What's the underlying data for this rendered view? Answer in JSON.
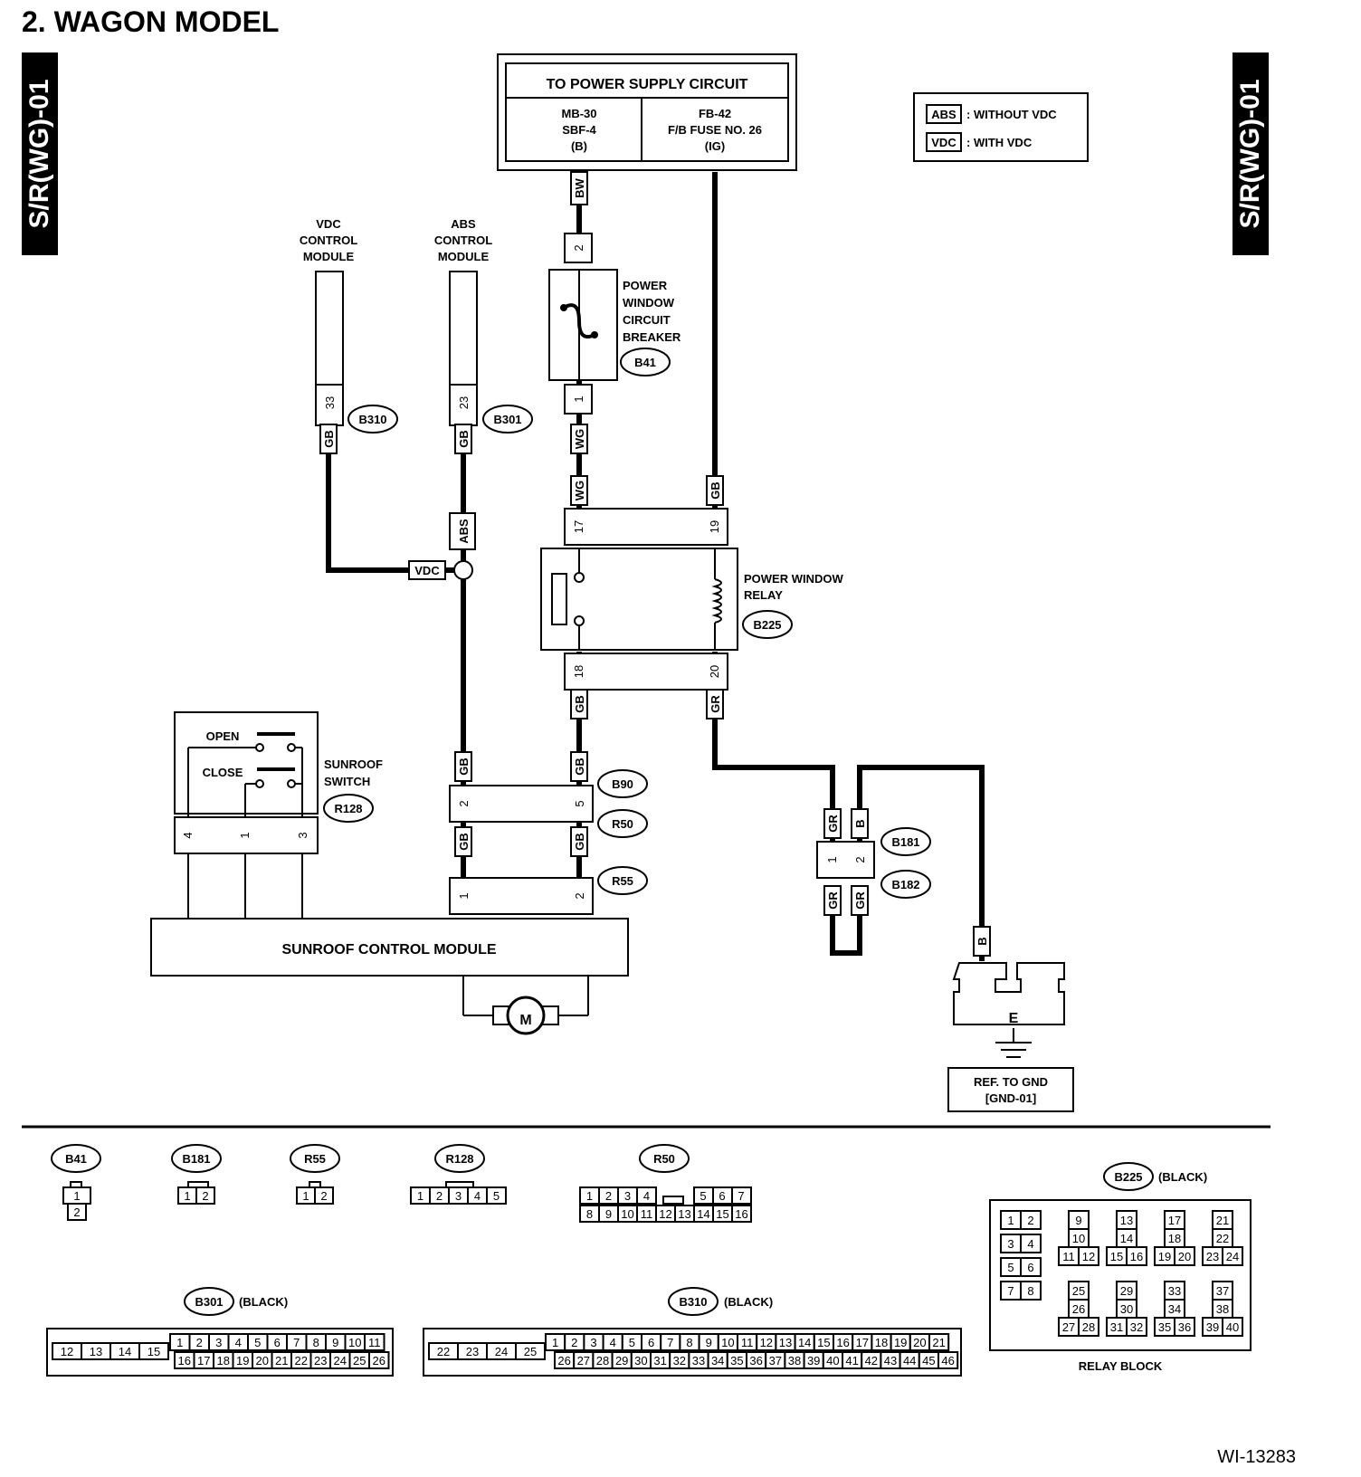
{
  "title": "2.  WAGON MODEL",
  "side_tag": "S/R(WG)-01",
  "figure_code": "WI-13283",
  "legend": {
    "abs_box": "ABS",
    "abs_text": ": WITHOUT VDC",
    "vdc_box": "VDC",
    "vdc_text": ": WITH VDC"
  },
  "power_supply": {
    "title": "TO POWER SUPPLY CIRCUIT",
    "left": [
      "MB-30",
      "SBF-4",
      "(B)"
    ],
    "right": [
      "FB-42",
      "F/B FUSE NO. 26",
      "(IG)"
    ]
  },
  "modules": {
    "vdc": [
      "VDC",
      "CONTROL",
      "MODULE"
    ],
    "abs": [
      "ABS",
      "CONTROL",
      "MODULE"
    ],
    "breaker": [
      "POWER",
      "WINDOW",
      "CIRCUIT",
      "BREAKER"
    ],
    "relay": [
      "POWER WINDOW",
      "RELAY"
    ],
    "switch": [
      "SUNROOF",
      "SWITCH"
    ],
    "switch_open": "OPEN",
    "switch_close": "CLOSE",
    "control_module": "SUNROOF CONTROL MODULE",
    "motor": "M",
    "ground_e": "E",
    "ground_ref": [
      "REF. TO GND",
      "[GND-01]"
    ]
  },
  "wires": {
    "bw": "BW",
    "gb": "GB",
    "wg": "WG",
    "gr": "GR",
    "b": "B",
    "abs_tag": "ABS",
    "vdc_tag": "VDC"
  },
  "connector_ids": {
    "b41": "B41",
    "b310": "B310",
    "b301": "B301",
    "b225": "B225",
    "b90": "B90",
    "r50": "R50",
    "r55": "R55",
    "r128": "R128",
    "b181": "B181",
    "b182": "B182"
  },
  "pins": {
    "b41_in": "2",
    "b41_out": "1",
    "b310": "33",
    "b301": "23",
    "relay_17": "17",
    "relay_19": "19",
    "relay_18": "18",
    "relay_20": "20",
    "b90_2": "2",
    "b90_5": "5",
    "r55_1": "1",
    "r55_2": "2",
    "sw_4": "4",
    "sw_1": "1",
    "sw_3": "3",
    "b181_1": "1",
    "b181_2": "2"
  },
  "faces": {
    "b41": [
      "1",
      "2"
    ],
    "b181": [
      "1",
      "2"
    ],
    "r55": [
      "1",
      "2"
    ],
    "r128": [
      "1",
      "2",
      "3",
      "4",
      "5"
    ],
    "r50_top": [
      "1",
      "2",
      "3",
      "4",
      "5",
      "6",
      "7"
    ],
    "r50_bot": [
      "8",
      "9",
      "10",
      "11",
      "12",
      "13",
      "14",
      "15",
      "16"
    ],
    "b301_label": "B301",
    "b301_color": "(BLACK)",
    "b301_left": [
      "12",
      "13",
      "14",
      "15"
    ],
    "b301_top": [
      "1",
      "2",
      "3",
      "4",
      "5",
      "6",
      "7",
      "8",
      "9",
      "10",
      "11"
    ],
    "b301_bot": [
      "16",
      "17",
      "18",
      "19",
      "20",
      "21",
      "22",
      "23",
      "24",
      "25",
      "26"
    ],
    "b310_label": "B310",
    "b310_color": "(BLACK)",
    "b310_left": [
      "22",
      "23",
      "24",
      "25"
    ],
    "b310_top": [
      "1",
      "2",
      "3",
      "4",
      "5",
      "6",
      "7",
      "8",
      "9",
      "10",
      "11",
      "12",
      "13",
      "14",
      "15",
      "16",
      "17",
      "18",
      "19",
      "20",
      "21"
    ],
    "b310_bot": [
      "26",
      "27",
      "28",
      "29",
      "30",
      "31",
      "32",
      "33",
      "34",
      "35",
      "36",
      "37",
      "38",
      "39",
      "40",
      "41",
      "42",
      "43",
      "44",
      "45",
      "46"
    ],
    "b225_label": "B225",
    "b225_color": "(BLACK)",
    "relay_block_label": "RELAY BLOCK",
    "relay_pairs": [
      [
        "1",
        "2"
      ],
      [
        "3",
        "4"
      ],
      [
        "5",
        "6"
      ],
      [
        "7",
        "8"
      ]
    ],
    "relay_groups_top": [
      [
        "9",
        "10",
        "11",
        "12"
      ],
      [
        "13",
        "14",
        "15",
        "16"
      ],
      [
        "17",
        "18",
        "19",
        "20"
      ],
      [
        "21",
        "22",
        "23",
        "24"
      ]
    ],
    "relay_groups_bot": [
      [
        "25",
        "26",
        "27",
        "28"
      ],
      [
        "29",
        "30",
        "31",
        "32"
      ],
      [
        "33",
        "34",
        "35",
        "36"
      ],
      [
        "37",
        "38",
        "39",
        "40"
      ]
    ]
  }
}
